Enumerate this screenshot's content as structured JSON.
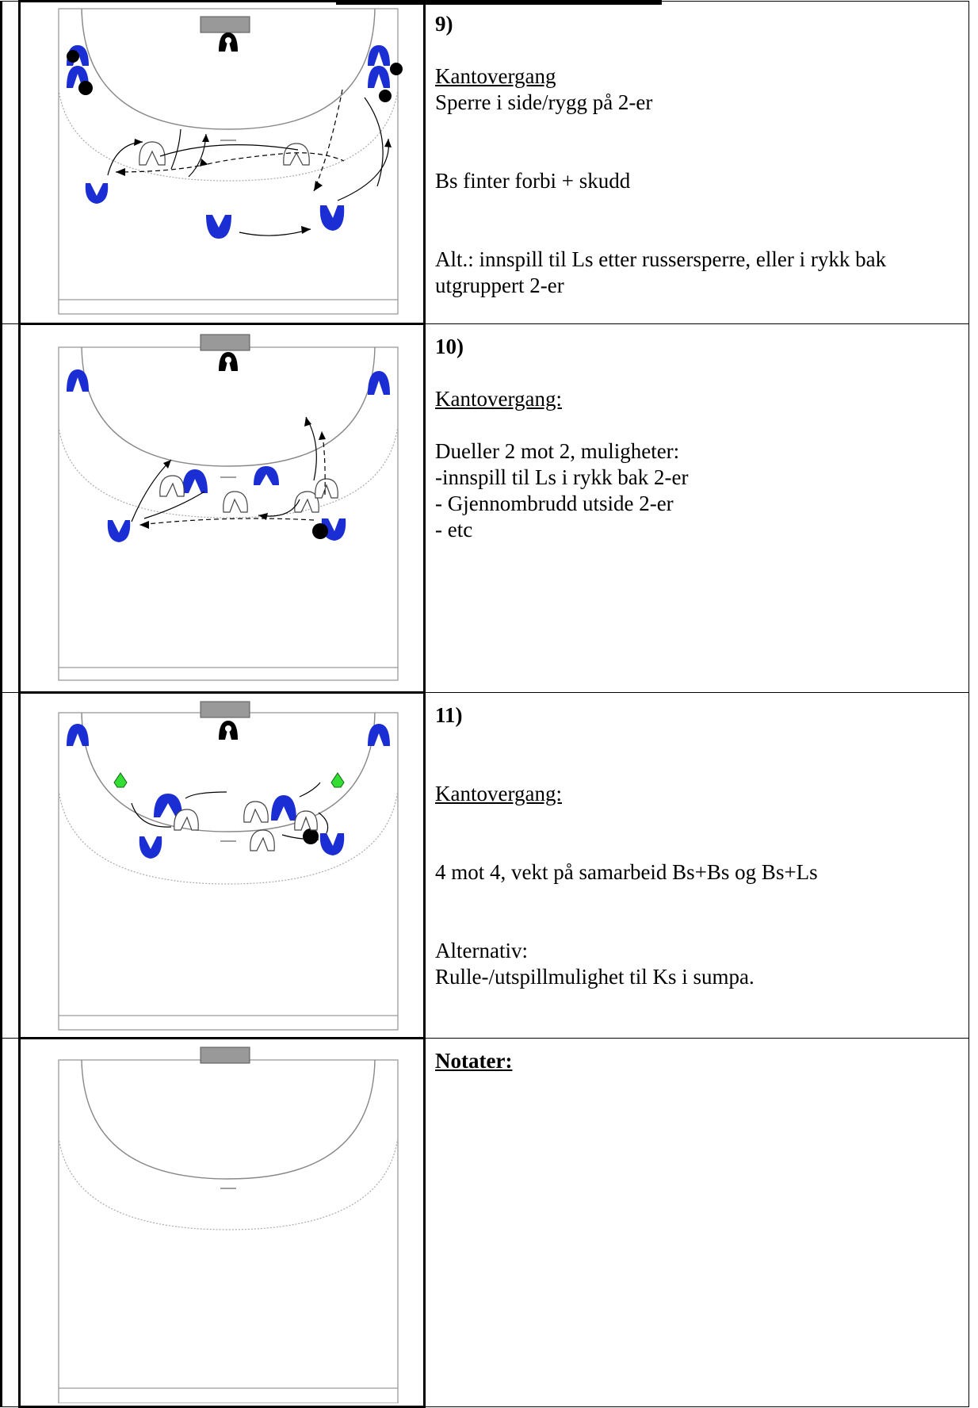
{
  "drills": [
    {
      "number": "9)",
      "title": "Kantovergang",
      "lines": [
        "Sperre i side/rygg på 2-er",
        "Bs finter forbi + skudd",
        "Alt.: innspill til Ls etter russersperre, eller i rykk bak utgruppert 2-er"
      ]
    },
    {
      "number": "10)",
      "title": "Kantovergang:",
      "lines": [
        "Dueller 2 mot 2, muligheter:",
        "-innspill til Ls i rykk bak 2-er",
        "- Gjennombrudd utside 2-er",
        "- etc"
      ]
    },
    {
      "number": "11)",
      "title": "Kantovergang:",
      "lines": [
        "4 mot 4, vekt på samarbeid Bs+Bs og Bs+Ls",
        "Alternativ:",
        "Rulle-/utspillmulighet til Ks i sumpa."
      ]
    }
  ],
  "notes_title": "Notater:",
  "colors": {
    "attacker": "#1a2ed4",
    "defender": "#ffffff",
    "ball": "#000000",
    "cone": "#33dd33",
    "goal": "#999999"
  },
  "icons": [
    "goal-icon",
    "goalkeeper-icon",
    "attacker-icon",
    "defender-icon",
    "ball-icon",
    "cone-icon",
    "arrow-icon"
  ]
}
